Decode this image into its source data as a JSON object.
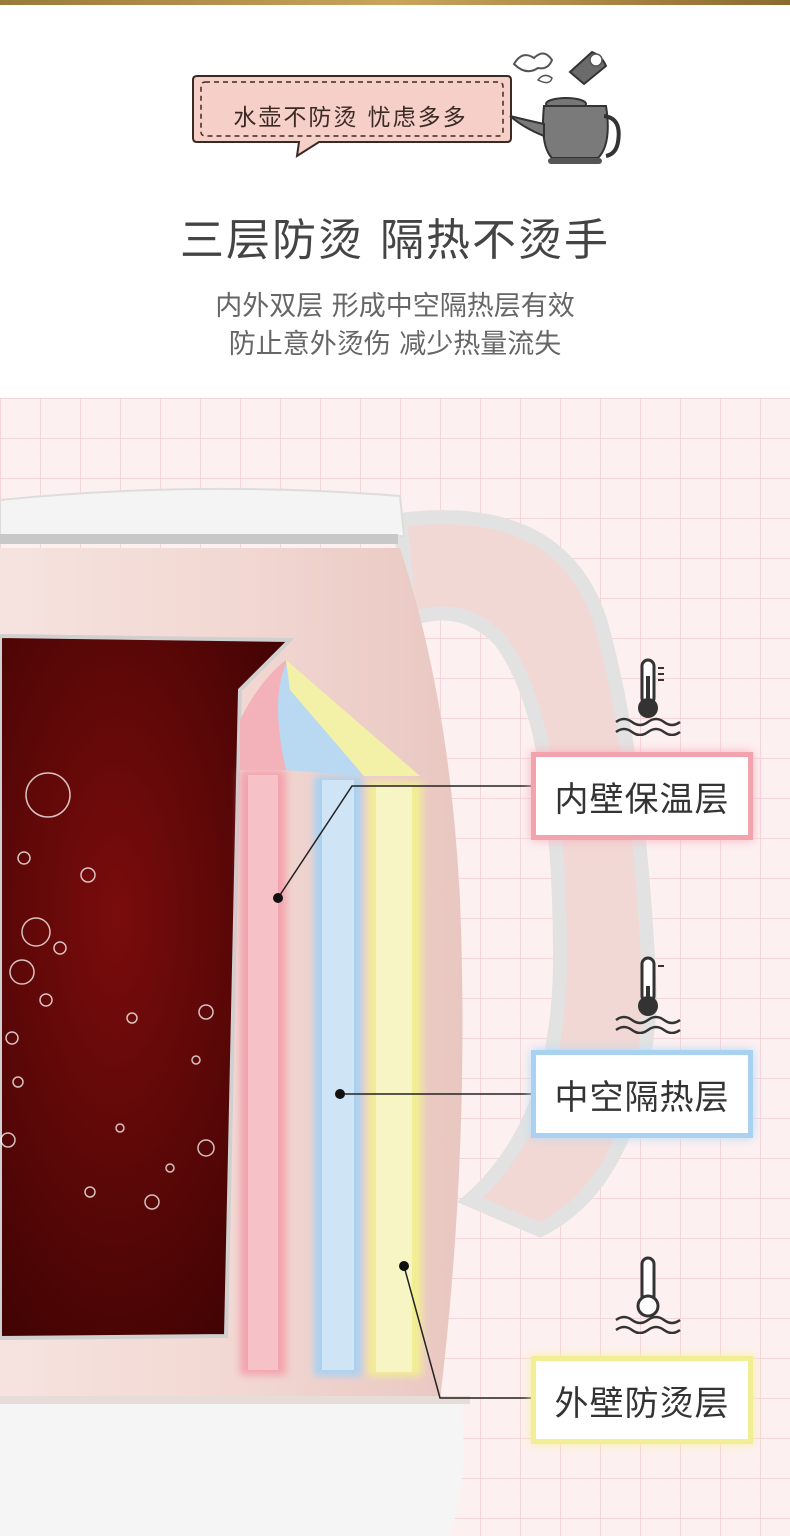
{
  "bubble": {
    "text": "水壶不防烫 忧虑多多"
  },
  "header": {
    "title": "三层防烫 隔热不烫手",
    "subtitle_line1": "内外双层 形成中空隔热层有效",
    "subtitle_line2": "防止意外烫伤 减少热量流失"
  },
  "layers": [
    {
      "label": "内壁保温层",
      "color": "#f3a3ae",
      "icon": "thermometer-high-icon"
    },
    {
      "label": "中空隔热层",
      "color": "#a9d1f1",
      "icon": "thermometer-medium-icon"
    },
    {
      "label": "外壁防烫层",
      "color": "#f2ee94",
      "icon": "thermometer-low-icon"
    }
  ],
  "colors": {
    "kettle_body": "#f2d9d6",
    "liquid": "#5a0606",
    "grid_bg": "#fdf0f1"
  }
}
